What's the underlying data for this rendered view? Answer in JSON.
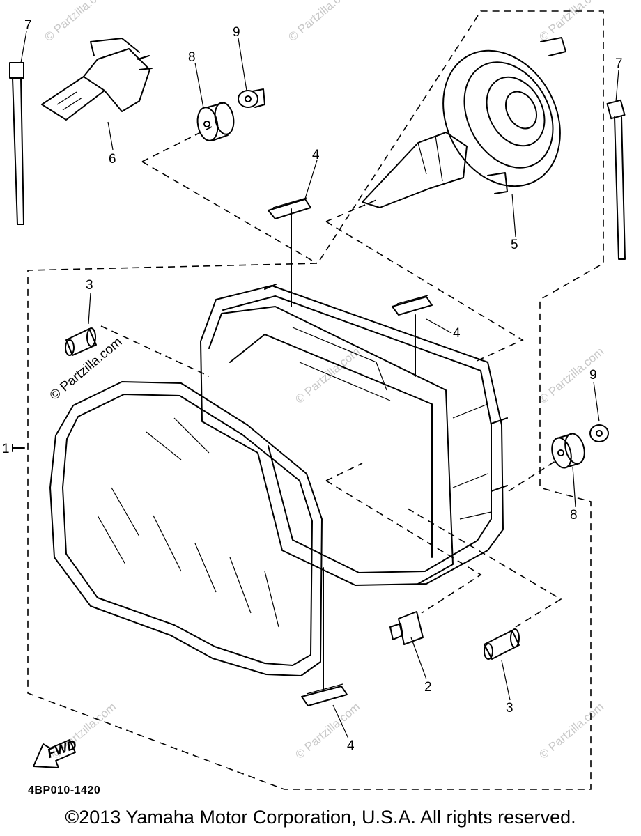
{
  "diagram": {
    "callouts": {
      "c1": "1",
      "c2": "2",
      "c3a": "3",
      "c3b": "3",
      "c4a": "4",
      "c4b": "4",
      "c4c": "4",
      "c5": "5",
      "c6": "6",
      "c7a": "7",
      "c7b": "7",
      "c8a": "8",
      "c8b": "8",
      "c9a": "9",
      "c9b": "9"
    },
    "watermark": "© Partzilla.com",
    "fwd_label": "FWD",
    "ref_code": "4BP010-1420"
  },
  "footer": {
    "copyright": "©2013 Yamaha Motor Corporation, U.S.A. All rights reserved."
  }
}
